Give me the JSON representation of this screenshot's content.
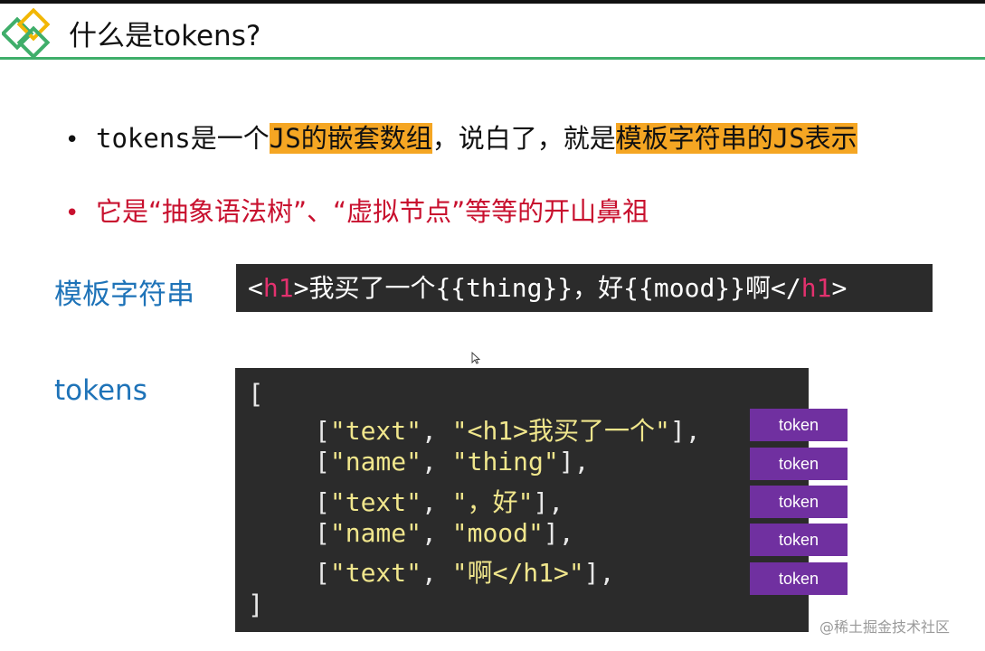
{
  "slide": {
    "title": "什么是tokens?",
    "bullet1": {
      "p1": "tokens",
      "p2": "是一个",
      "p3_mono": "JS",
      "p3_text": "的嵌套数组",
      "p4": "，说白了，就是",
      "p5_text": "模板字符串的",
      "p5_mono": "JS",
      "p5_end": "表示"
    },
    "bullet2": "它是“抽象语法树”、“虚拟节点”等等的开山鼻祖",
    "label_template": "模板字符串",
    "label_tokens": "tokens",
    "template": {
      "lt": "<",
      "tag": "h1",
      "gt": ">",
      "body": "我买了一个{{thing}}，好{{mood}}啊</",
      "tag2": "h1",
      "end": ">"
    },
    "code": {
      "open": "[",
      "close": "]",
      "rows": [
        {
          "open": "[",
          "a": "\"text\"",
          "sep": ", ",
          "b": "\"<h1>我买了一个\"",
          "close": "],"
        },
        {
          "open": "[",
          "a": "\"name\"",
          "sep": ", ",
          "b": "\"thing\"",
          "close": "],"
        },
        {
          "open": "[",
          "a": "\"text\"",
          "sep": ", ",
          "b": "\"，好\"",
          "close": "],"
        },
        {
          "open": "[",
          "a": "\"name\"",
          "sep": ", ",
          "b": "\"mood\"",
          "close": "],"
        },
        {
          "open": "[",
          "a": "\"text\"",
          "sep": ", ",
          "b": "\"啊</h1>\"",
          "close": "],"
        }
      ]
    },
    "token_labels": [
      "token",
      "token",
      "token",
      "token",
      "token"
    ],
    "watermark": "@稀土掘金技术社区",
    "colors": {
      "accent_line": "#3fae6a",
      "highlight": "#f5a623",
      "red_text": "#c8102e",
      "label_blue": "#1e73b8",
      "code_bg": "#2b2b2b",
      "token_bg": "#7030a0",
      "tag_pink": "#e2316e",
      "string_yellow": "#f0e68c"
    }
  }
}
